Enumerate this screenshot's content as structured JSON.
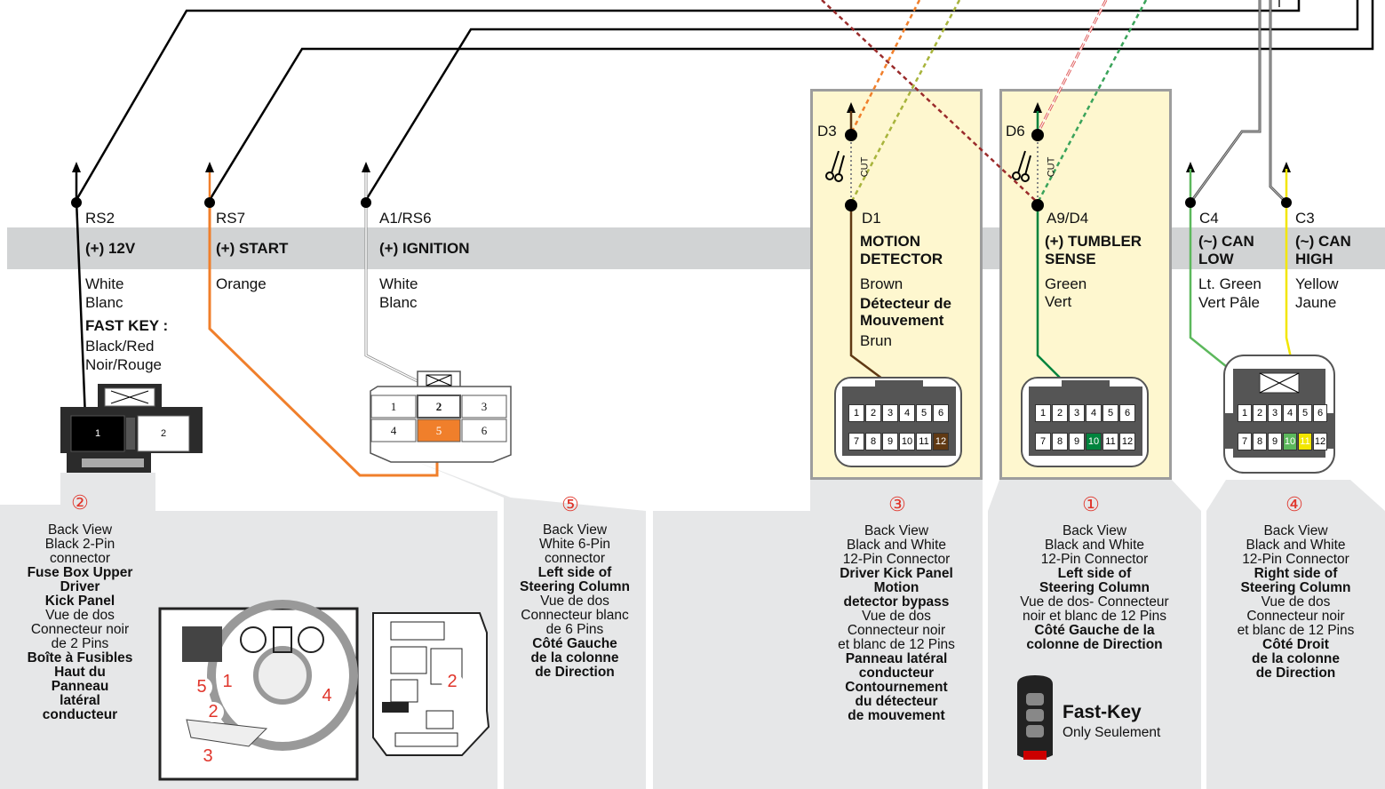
{
  "circuits": [
    {
      "id": "RS2",
      "name": "(+) 12V",
      "color": [
        "White",
        "Blanc"
      ],
      "note_title": "FAST KEY :",
      "note": [
        "Black/Red",
        "Noir/Rouge"
      ]
    },
    {
      "id": "RS7",
      "name": "(+) START",
      "color": [
        "Orange"
      ]
    },
    {
      "id": "A1/RS6",
      "name": "(+) IGNITION",
      "color": [
        "White",
        "Blanc"
      ]
    },
    {
      "id": "D1",
      "name": [
        "MOTION",
        "DETECTOR"
      ],
      "color": [
        "Brown"
      ],
      "fr_name": [
        "Détecteur de",
        "Mouvement"
      ],
      "fr_color": "Brun"
    },
    {
      "id": "A9/D4",
      "name": [
        "(+) TUMBLER",
        "SENSE"
      ],
      "color": [
        "Green",
        "Vert"
      ]
    },
    {
      "id": "C4",
      "name": [
        "(~) CAN",
        "LOW"
      ],
      "color": [
        "Lt. Green",
        "Vert Pâle"
      ]
    },
    {
      "id": "C3",
      "name": [
        "(~) CAN",
        "HIGH"
      ],
      "color": [
        "Yellow",
        "Jaune"
      ]
    }
  ],
  "cut_points": {
    "d3": "D3",
    "d6": "D6",
    "cut": "CUT"
  },
  "connectors": {
    "two_pin": [
      "1",
      "2"
    ],
    "six_pin": [
      "1",
      "2",
      "3",
      "4",
      "5",
      "6"
    ],
    "twelve_pin": [
      "1",
      "2",
      "3",
      "4",
      "5",
      "6",
      "7",
      "8",
      "9",
      "10",
      "11",
      "12"
    ]
  },
  "panels": [
    {
      "num": "②",
      "lines": [
        "Back View",
        "Black 2-Pin",
        "connector"
      ],
      "bold": [
        "Fuse Box Upper",
        "Driver",
        "Kick Panel"
      ],
      "fr": [
        "Vue de dos",
        "Connecteur noir",
        "de 2 Pins"
      ],
      "fr_bold": [
        "Boîte à Fusibles",
        "Haut du",
        "Panneau",
        "latéral",
        "conducteur"
      ]
    },
    {
      "num": "⑤",
      "lines": [
        "Back View",
        "White 6-Pin",
        "connector"
      ],
      "bold": [
        "Left side of",
        "Steering Column"
      ],
      "fr": [
        "Vue de dos",
        "Connecteur blanc",
        "de 6 Pins"
      ],
      "fr_bold": [
        "Côté Gauche",
        "de la colonne",
        "de Direction"
      ]
    },
    {
      "num": "③",
      "lines": [
        "Back View",
        "Black and White",
        "12-Pin Connector"
      ],
      "bold": [
        "Driver Kick Panel",
        "Motion",
        "detector bypass"
      ],
      "fr": [
        "Vue de dos",
        "Connecteur noir",
        "et blanc de 12 Pins"
      ],
      "fr_bold": [
        "Panneau latéral",
        "conducteur",
        "Contournement",
        "du détecteur",
        "de mouvement"
      ]
    },
    {
      "num": "①",
      "lines": [
        "Back View",
        "Black and White",
        "12-Pin Connector"
      ],
      "bold": [
        "Left side of",
        "Steering Column"
      ],
      "fr": [
        "Vue de dos- Connecteur",
        "noir et blanc de 12 Pins"
      ],
      "fr_bold": [
        "Côté Gauche de la",
        "colonne de Direction"
      ]
    },
    {
      "num": "④",
      "lines": [
        "Back View",
        "Black and White",
        "12-Pin Connector"
      ],
      "bold": [
        "Right side of",
        "Steering Column"
      ],
      "fr": [
        "Vue de dos",
        "Connecteur noir",
        "et blanc de 12 Pins"
      ],
      "fr_bold": [
        "Côté Droit",
        "de la colonne",
        "de Direction"
      ]
    }
  ],
  "dash_callouts": [
    "5",
    "1",
    "2",
    "4",
    "3"
  ],
  "fuse_callout": "2",
  "fastkey": {
    "title": "Fast-Key",
    "sub": "Only Seulement"
  },
  "colors": {
    "orange": "#f07f2b",
    "brown": "#603913",
    "green": "#00843d",
    "lt_green": "#5cb85c",
    "yellow": "#f2e600",
    "red_num": "#e0352b",
    "band": "#d1d3d4",
    "panel_bg": "#fef7cf"
  }
}
